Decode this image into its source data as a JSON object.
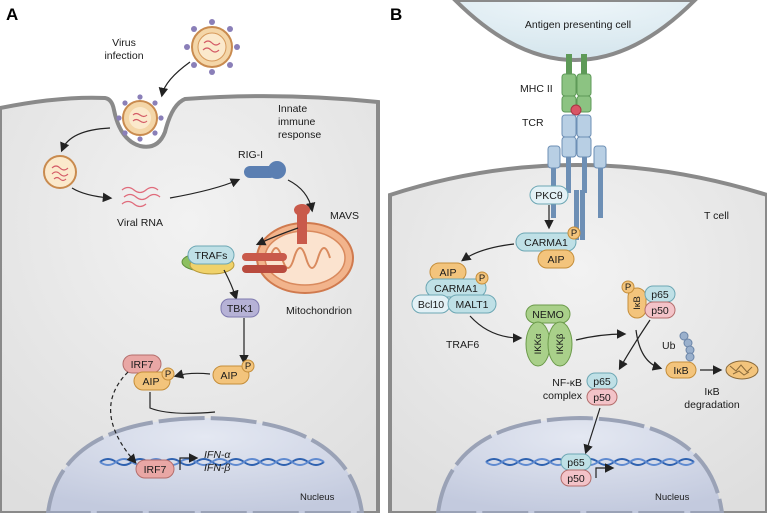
{
  "panels": {
    "a": {
      "letter": "A",
      "virus_infection": [
        "Virus",
        "infection"
      ],
      "innate": [
        "Innate",
        "immune",
        "response"
      ],
      "rig_i": "RIG-I",
      "viral_rna": "Viral RNA",
      "mavs": "MAVS",
      "trafs": "TRAFs",
      "mitochondrion": "Mitochondrion",
      "tbk1": "TBK1",
      "aip": "AIP",
      "p": "P",
      "irf7": "IRF7",
      "ifn_a": "IFN-α",
      "ifn_b": "IFN-β",
      "nucleus": "Nucleus"
    },
    "b": {
      "letter": "B",
      "apc": "Antigen presenting cell",
      "mhc": "MHC II",
      "tcr": "TCR",
      "tcell": "T cell",
      "pkc": "PKCθ",
      "carma1": "CARMA1",
      "aip": "AIP",
      "p": "P",
      "bcl10": "Bcl10",
      "malt1": "MALT1",
      "traf6": "TRAF6",
      "nemo": "NEMO",
      "ikka": "IKKα",
      "ikkb": "IKKβ",
      "ikb": "IκB",
      "p65": "p65",
      "p50": "p50",
      "ub": "Ub",
      "nfkb": [
        "NF-κB",
        "complex"
      ],
      "ikb_deg": [
        "IκB",
        "degradation"
      ],
      "nucleus": "Nucleus"
    }
  },
  "colors": {
    "cytoplasm": "#e8e8e8",
    "nucleus": "#d3d8e6",
    "dna": "#2f62b0",
    "aip": "#f3c47c",
    "irf7": "#e9a7a5",
    "tbk1": "#b6b2d6",
    "traf": "#bfe0e6",
    "mito": "#f2b48c",
    "mavs": "#c95a4b",
    "rig": "#5b7fb2"
  }
}
